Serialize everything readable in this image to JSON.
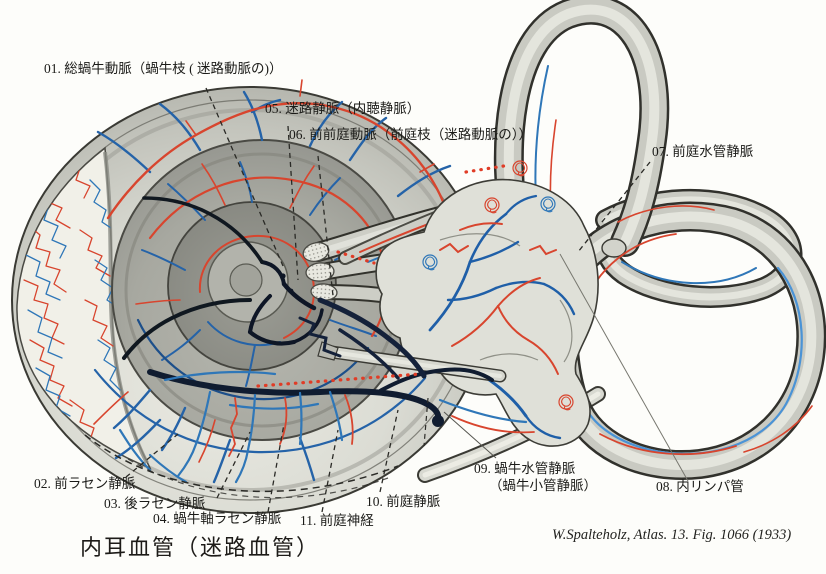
{
  "figure": {
    "title": "内耳血管（迷路血管）",
    "attribution": "W.Spalteholz, Atlas. 13. Fig. 1066 (1933)",
    "labels": [
      {
        "id": "01",
        "text": "01. 総蝸牛動脈（蝸牛枝 ( 迷路動脈の)）"
      },
      {
        "id": "02",
        "text": "02. 前ラセン静脈"
      },
      {
        "id": "03",
        "text": "03. 後ラセン静脈"
      },
      {
        "id": "04",
        "text": "04. 蝸牛軸ラセン静脈"
      },
      {
        "id": "05",
        "text": "05. 迷路静脈（内聴静脈）"
      },
      {
        "id": "06",
        "text": "06. 前前庭動脈（前庭枝（迷路動脈の））"
      },
      {
        "id": "07",
        "text": "07. 前庭水管静脈"
      },
      {
        "id": "08",
        "text": "08. 内リンパ管"
      },
      {
        "id": "09",
        "text": "09. 蝸牛水管静脈",
        "text2": "（蝸牛小管静脈）"
      },
      {
        "id": "10",
        "text": "10. 前庭静脈"
      },
      {
        "id": "11",
        "text": "11. 前庭神経"
      }
    ],
    "colors": {
      "artery_red": "#d8452e",
      "vein_blue": "#2a6fb5",
      "dark_vein": "#101c2c",
      "bone_light": "#e2e2da",
      "bone_shadow": "#a8a8a0",
      "background": "#fdfdfa"
    }
  }
}
